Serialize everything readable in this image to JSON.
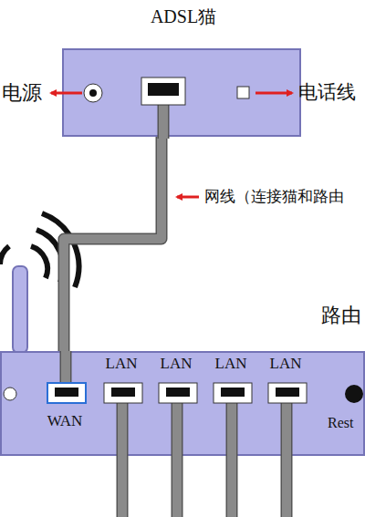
{
  "diagram": {
    "nodes": [
      {
        "text": [
          "ADSL猫"
        ]
      },
      {
        "text": [
          "路由"
        ]
      }
    ],
    "edges": [
      {
        "from": 0,
        "to": 1,
        "arrow": "none",
        "label": "网线（连接猫和路由"
      }
    ],
    "labels": [
      "电源",
      "电话线",
      "WAN",
      "LAN",
      "LAN",
      "LAN",
      "LAN",
      "Rest"
    ]
  }
}
